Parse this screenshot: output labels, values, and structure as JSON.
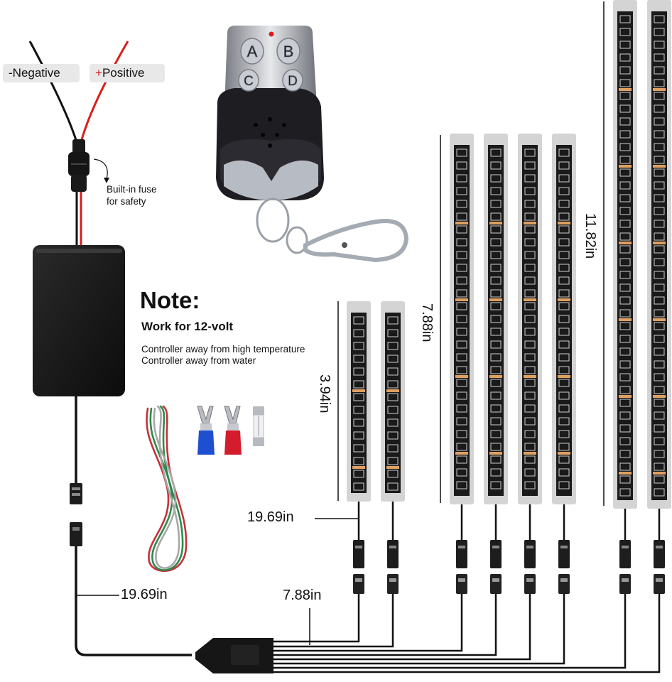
{
  "power_leads": {
    "negative_label": "-Negative",
    "positive_sign": "+",
    "positive_word": "Positive"
  },
  "fuse_note": {
    "line1": "Built-in fuse",
    "line2": "for safety"
  },
  "remote": {
    "buttons": [
      "A",
      "B",
      "C",
      "D"
    ]
  },
  "note": {
    "title": "Note:",
    "subtitle": "Work for 12-volt",
    "lines": [
      "Controller away from high temperature",
      "Controller away from water"
    ]
  },
  "dimensions": {
    "short_strip": "3.94in",
    "medium_strip": "7.88in",
    "long_strip": "11.82in",
    "strip_lead": "19.69in",
    "controller_lead": "19.69in",
    "splitter_lead": "7.88in"
  },
  "colors": {
    "negative_wire": "#111111",
    "positive_wire": "#d81e1e",
    "strip_body": "#1a1a1a",
    "strip_housing": "#d4d4d4",
    "controller": "#1c1c1c",
    "terminal_blue": "#1f4fd1",
    "terminal_red": "#d41c2c",
    "led_amber": "#e0a060"
  }
}
